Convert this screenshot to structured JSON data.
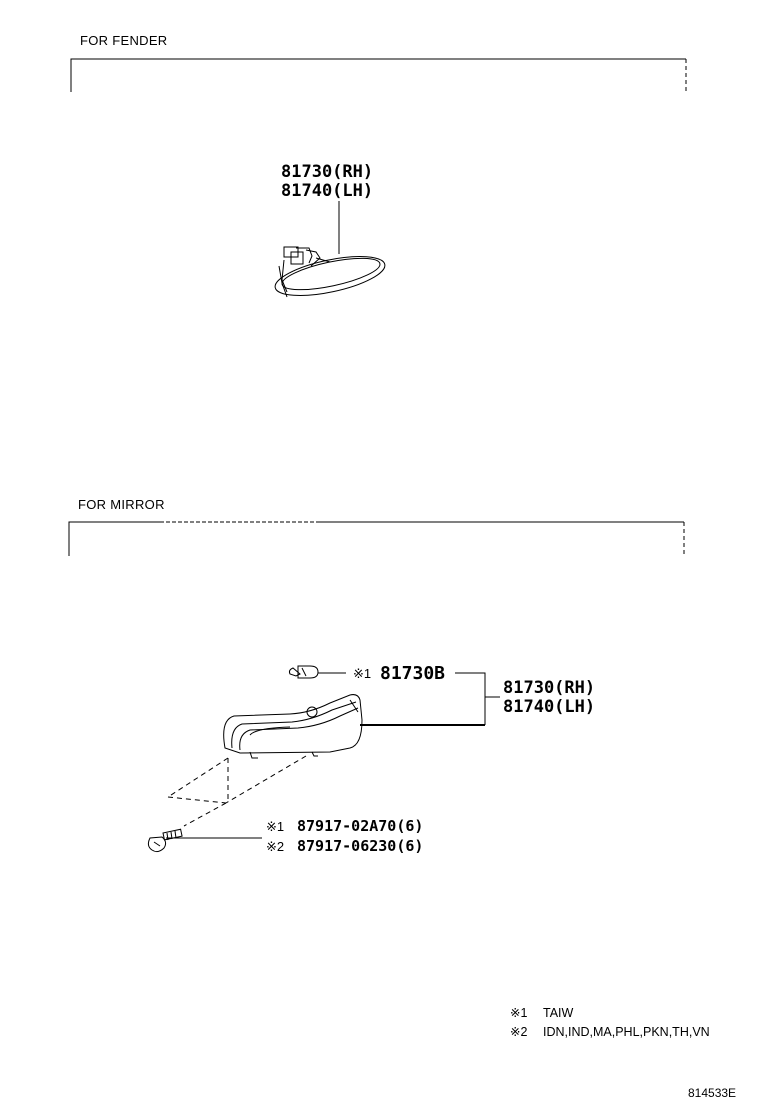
{
  "sections": {
    "fender": {
      "label": "FOR  FENDER",
      "parts": [
        {
          "number": "81730",
          "side": "(RH)",
          "text": "81730(RH)"
        },
        {
          "number": "81740",
          "side": "(LH)",
          "text": "81740(LH)"
        }
      ]
    },
    "mirror": {
      "label": "FOR MIRROR",
      "bulb": {
        "mark": "※1",
        "number": "81730B"
      },
      "parts": [
        {
          "number": "81730",
          "side": "(RH)",
          "text": "81730(RH)"
        },
        {
          "number": "81740",
          "side": "(LH)",
          "text": "81740(LH)"
        }
      ],
      "screws": [
        {
          "mark": "※1",
          "text": "87917-02A70(6)"
        },
        {
          "mark": "※2",
          "text": "87917-06230(6)"
        }
      ]
    }
  },
  "legend": [
    {
      "mark": "※1",
      "text": "TAIW"
    },
    {
      "mark": "※2",
      "text": "IDN,IND,MA,PHL,PKN,TH,VN"
    }
  ],
  "figure_ref": "814533E"
}
